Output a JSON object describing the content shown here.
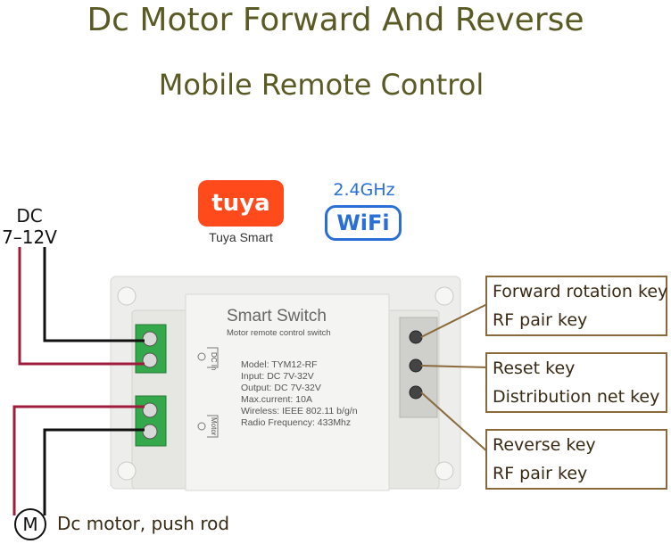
{
  "title": "Dc Motor Forward And Reverse",
  "subtitle": "Mobile Remote Control",
  "tuya": {
    "logo_text": "tuya",
    "caption": "Tuya Smart",
    "brand_color": "#ff4a1c"
  },
  "wifi": {
    "band": "2.4GHz",
    "logo_text": "WiFi",
    "color": "#2a6fd6"
  },
  "power_label": {
    "line1": "DC",
    "line2": "7–12V"
  },
  "motor": {
    "symbol": "M",
    "label": "Dc motor, push rod"
  },
  "device": {
    "name": "Smart Switch",
    "subtitle": "Motor remote control switch",
    "dc_in_label": "DC In",
    "motor_label": "Motor",
    "specs": [
      "Model:  TYM12-RF",
      "Input:  DC 7V-32V",
      "Output:  DC 7V-32V",
      "Max.current:  10A",
      "Wireless:  IEEE 802.11 b/g/n",
      "Radio Frequency:  433Mhz"
    ]
  },
  "callouts": [
    {
      "line1": "Forward rotation key",
      "line2": "RF pair key"
    },
    {
      "line1": "Reset key",
      "line2": "Distribution net key"
    },
    {
      "line1": "Reverse key",
      "line2": "RF pair key"
    }
  ],
  "colors": {
    "wire_positive": "#a01c3c",
    "wire_negative": "#111111",
    "terminal": "#34a84a",
    "title": "#5a5a24",
    "callout_border": "#8a6a3c"
  }
}
